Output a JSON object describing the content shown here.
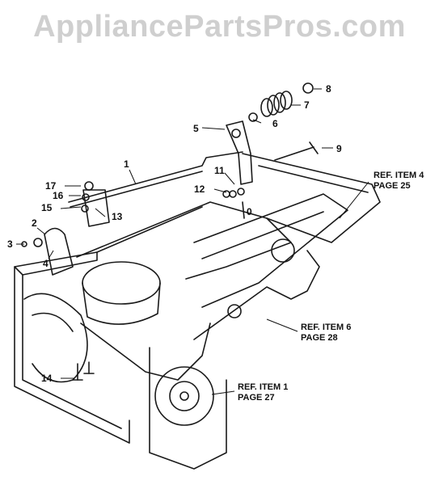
{
  "watermark": "AppliancePartsPros.com",
  "callouts": [
    {
      "label": "1"
    },
    {
      "label": "2"
    },
    {
      "label": "3"
    },
    {
      "label": "4"
    },
    {
      "label": "5"
    },
    {
      "label": "6"
    },
    {
      "label": "7"
    },
    {
      "label": "8"
    },
    {
      "label": "9"
    },
    {
      "label": "0"
    },
    {
      "label": "11"
    },
    {
      "label": "12"
    },
    {
      "label": "13"
    },
    {
      "label": "14"
    },
    {
      "label": "15"
    },
    {
      "label": "16"
    },
    {
      "label": "17"
    }
  ],
  "references": [
    {
      "line1": "REF. ITEM 4",
      "line2": "PAGE 25"
    },
    {
      "line1": "REF. ITEM 6",
      "line2": "PAGE 28"
    },
    {
      "line1": "REF. ITEM 1",
      "line2": "PAGE 27"
    }
  ]
}
